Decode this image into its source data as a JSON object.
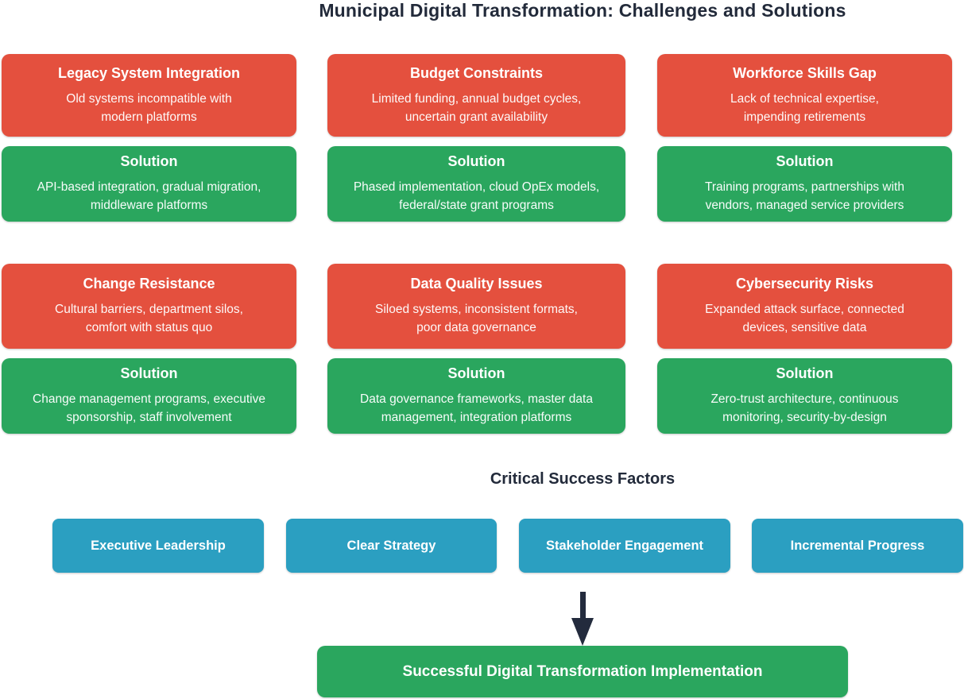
{
  "title": "Municipal Digital Transformation: Challenges and Solutions",
  "colors": {
    "challenge_fill": "#e4503e",
    "solution_fill": "#2aa65e",
    "factor_fill": "#2b9fc1",
    "heading_text": "#222a3a",
    "node_text": "#ffffff",
    "background": "#ffffff",
    "arrow": "#232b3d"
  },
  "challenge_pairs": [
    {
      "challenge": {
        "title": "Legacy System Integration",
        "description": "Old systems incompatible with\nmodern platforms"
      },
      "solution": {
        "title": "Solution",
        "description": "API-based integration, gradual migration,\nmiddleware platforms"
      }
    },
    {
      "challenge": {
        "title": "Budget Constraints",
        "description": "Limited funding, annual budget cycles,\nuncertain grant availability"
      },
      "solution": {
        "title": "Solution",
        "description": "Phased implementation, cloud OpEx models,\nfederal/state grant programs"
      }
    },
    {
      "challenge": {
        "title": "Workforce Skills Gap",
        "description": "Lack of technical expertise,\nimpending retirements"
      },
      "solution": {
        "title": "Solution",
        "description": "Training programs, partnerships with\nvendors, managed service providers"
      }
    },
    {
      "challenge": {
        "title": "Change Resistance",
        "description": "Cultural barriers, department silos,\ncomfort with status quo"
      },
      "solution": {
        "title": "Solution",
        "description": "Change management programs, executive\nsponsorship, staff involvement"
      }
    },
    {
      "challenge": {
        "title": "Data Quality Issues",
        "description": "Siloed systems, inconsistent formats,\npoor data governance"
      },
      "solution": {
        "title": "Solution",
        "description": "Data governance frameworks, master data\nmanagement, integration platforms"
      }
    },
    {
      "challenge": {
        "title": "Cybersecurity Risks",
        "description": "Expanded attack surface, connected\ndevices, sensitive data"
      },
      "solution": {
        "title": "Solution",
        "description": "Zero-trust architecture, continuous\nmonitoring, security-by-design"
      }
    }
  ],
  "success_factors": {
    "heading": "Critical Success Factors",
    "items": [
      "Executive Leadership",
      "Clear Strategy",
      "Stakeholder Engagement",
      "Incremental Progress"
    ]
  },
  "outcome": {
    "label": "Successful Digital Transformation Implementation"
  }
}
